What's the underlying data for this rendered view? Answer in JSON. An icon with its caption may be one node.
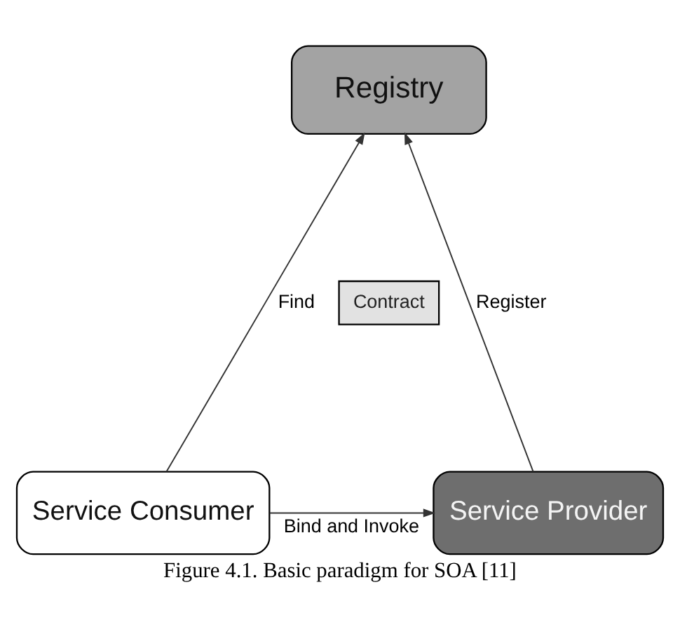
{
  "diagram": {
    "caption": "Figure 4.1. Basic paradigm for SOA [11]",
    "nodes": [
      {
        "text": [
          "Registry"
        ]
      },
      {
        "text": [
          "Contract"
        ]
      },
      {
        "text": [
          "Service Consumer"
        ]
      },
      {
        "text": [
          "Service Provider"
        ]
      }
    ],
    "edges": [
      {
        "from": 2,
        "to": 0,
        "label": "Find",
        "arrow": "to"
      },
      {
        "from": 3,
        "to": 0,
        "label": "Register",
        "arrow": "to"
      },
      {
        "from": 2,
        "to": 3,
        "label": "Bind and Invoke",
        "arrow": "to"
      }
    ]
  }
}
